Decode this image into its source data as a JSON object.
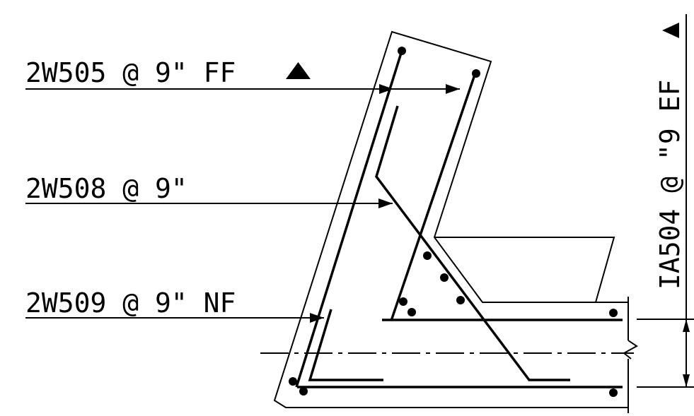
{
  "callouts": [
    {
      "label": "2W505 @ 9\" FF",
      "has_triangle": true
    },
    {
      "label": "2W508 @ 9\""
    },
    {
      "label": "2W509 @ 9\" NF"
    }
  ],
  "vertical_callout": {
    "label": "IA504 @ \"9 EF",
    "has_triangle": true
  }
}
